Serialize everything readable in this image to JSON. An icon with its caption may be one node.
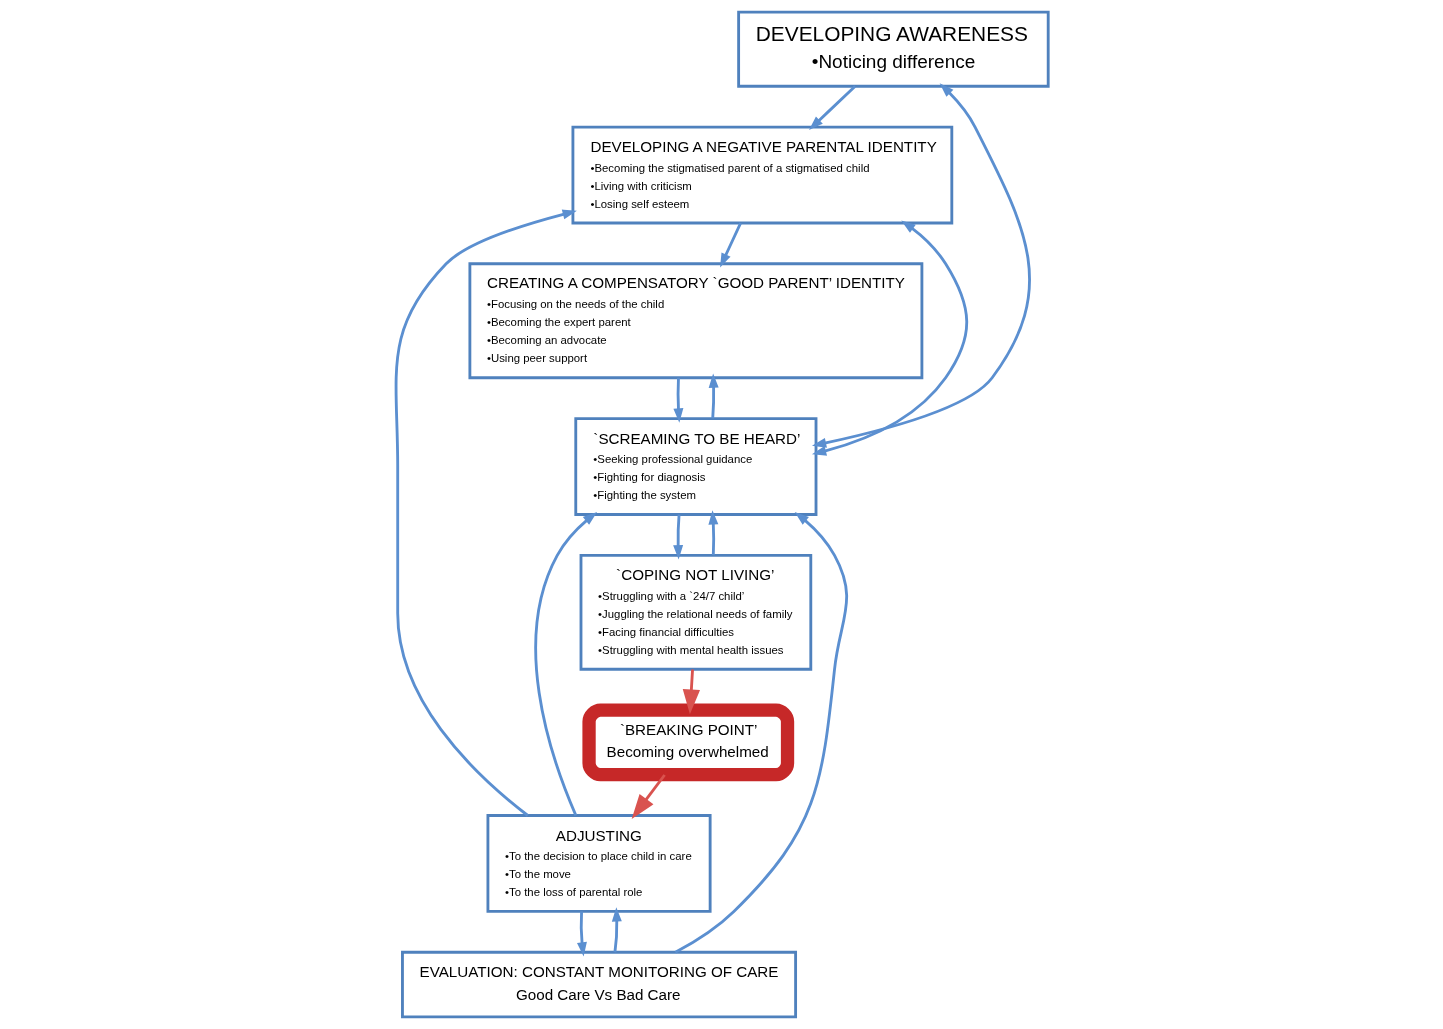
{
  "diagram": {
    "nodes": [
      {
        "text": [
          "DEVELOPING AWARENESS",
          "•Noticing difference"
        ]
      },
      {
        "text": [
          "CREATING A COMPENSATORY `GOOD PARENT’ IDENTITY",
          "•Focusing on the needs of the child",
          "•Becoming the expert parent",
          "•Becoming an advocate",
          "•Using peer support"
        ]
      },
      {
        "text": [
          "DEVELOPING A NEGATIVE PARENTAL IDENTITY",
          "•Becoming the stigmatised parent of a stigmatised child",
          "•Living with criticism",
          "•Losing self esteem"
        ]
      },
      {
        "text": [
          "`SCREAMING TO BE HEARD’",
          "•Seeking professional guidance",
          "•Fighting for diagnosis",
          "•Fighting the system"
        ]
      },
      {
        "text": [
          "`BREAKING POINT’",
          "Becoming overwhelmed"
        ]
      },
      {
        "text": [
          "`COPING NOT LIVING’",
          "•Struggling with a `24/7 child’",
          "•Juggling the relational needs of family",
          "•Facing financial difficulties",
          "•Struggling with mental health issues"
        ]
      },
      {
        "text": [
          "ADJUSTING",
          "•To the decision to place child in care",
          "•To the move",
          "•To the loss of parental role"
        ]
      },
      {
        "text": [
          "EVALUATION: CONSTANT MONITORING OF CARE",
          "Good Care Vs Bad Care"
        ]
      }
    ],
    "edges": [
      {
        "from": 0,
        "to": 2,
        "arrow": "to"
      },
      {
        "from": 2,
        "to": 1,
        "arrow": "to"
      },
      {
        "from": 0,
        "to": 3,
        "arrow": "both"
      },
      {
        "from": 1,
        "to": 3,
        "arrow": "to"
      },
      {
        "from": 3,
        "to": 1,
        "arrow": "to"
      },
      {
        "from": 2,
        "to": 3,
        "arrow": "both"
      },
      {
        "from": 3,
        "to": 5,
        "arrow": "to"
      },
      {
        "from": 5,
        "to": 3,
        "arrow": "to"
      },
      {
        "from": 5,
        "to": 4,
        "arrow": "to",
        "color": "#d9534f"
      },
      {
        "from": 4,
        "to": 6,
        "arrow": "to",
        "color": "#d9534f"
      },
      {
        "from": 6,
        "to": 2,
        "arrow": "to"
      },
      {
        "from": 6,
        "to": 3,
        "arrow": "to"
      },
      {
        "from": 7,
        "to": 3,
        "arrow": "to"
      },
      {
        "from": 7,
        "to": 6,
        "arrow": "to"
      },
      {
        "from": 6,
        "to": 7,
        "arrow": "to"
      }
    ]
  }
}
